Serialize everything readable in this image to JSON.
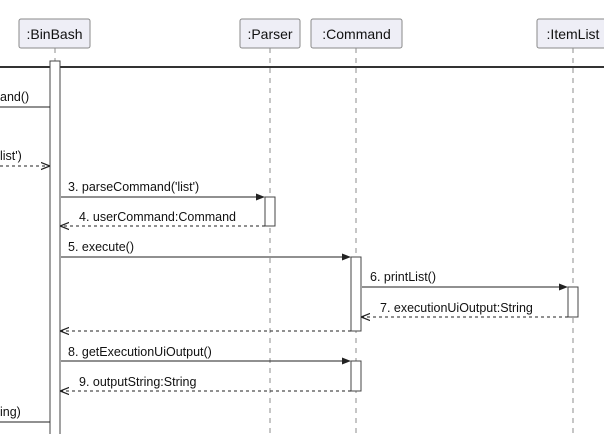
{
  "participants": [
    {
      "id": "binbash",
      "label": ":BinBash"
    },
    {
      "id": "parser",
      "label": ":Parser"
    },
    {
      "id": "command",
      "label": ":Command"
    },
    {
      "id": "itemlist",
      "label": ":ItemList"
    }
  ],
  "messages": [
    {
      "id": "m_cut_top",
      "text": "and()"
    },
    {
      "id": "m_cut_list",
      "text": "list')"
    },
    {
      "id": "m3",
      "text": "3. parseCommand('list')"
    },
    {
      "id": "m4",
      "text": "4. userCommand:Command"
    },
    {
      "id": "m5",
      "text": "5. execute()"
    },
    {
      "id": "m6",
      "text": "6. printList()"
    },
    {
      "id": "m7",
      "text": "7. executionUiOutput:String"
    },
    {
      "id": "m_return",
      "text": ""
    },
    {
      "id": "m8",
      "text": "8. getExecutionUiOutput()"
    },
    {
      "id": "m9",
      "text": "9. outputString:String"
    },
    {
      "id": "m_cut_bottom",
      "text": "ing)"
    }
  ]
}
